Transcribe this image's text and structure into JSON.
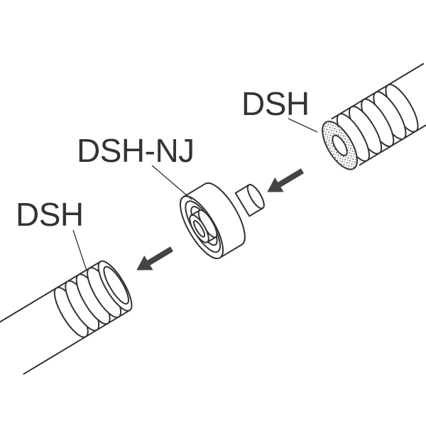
{
  "labels": {
    "top_right": "DSH",
    "middle": "DSH-NJ",
    "left": "DSH"
  },
  "colors": {
    "line": "#333333",
    "arrow": "#444444",
    "background": "#ffffff"
  }
}
